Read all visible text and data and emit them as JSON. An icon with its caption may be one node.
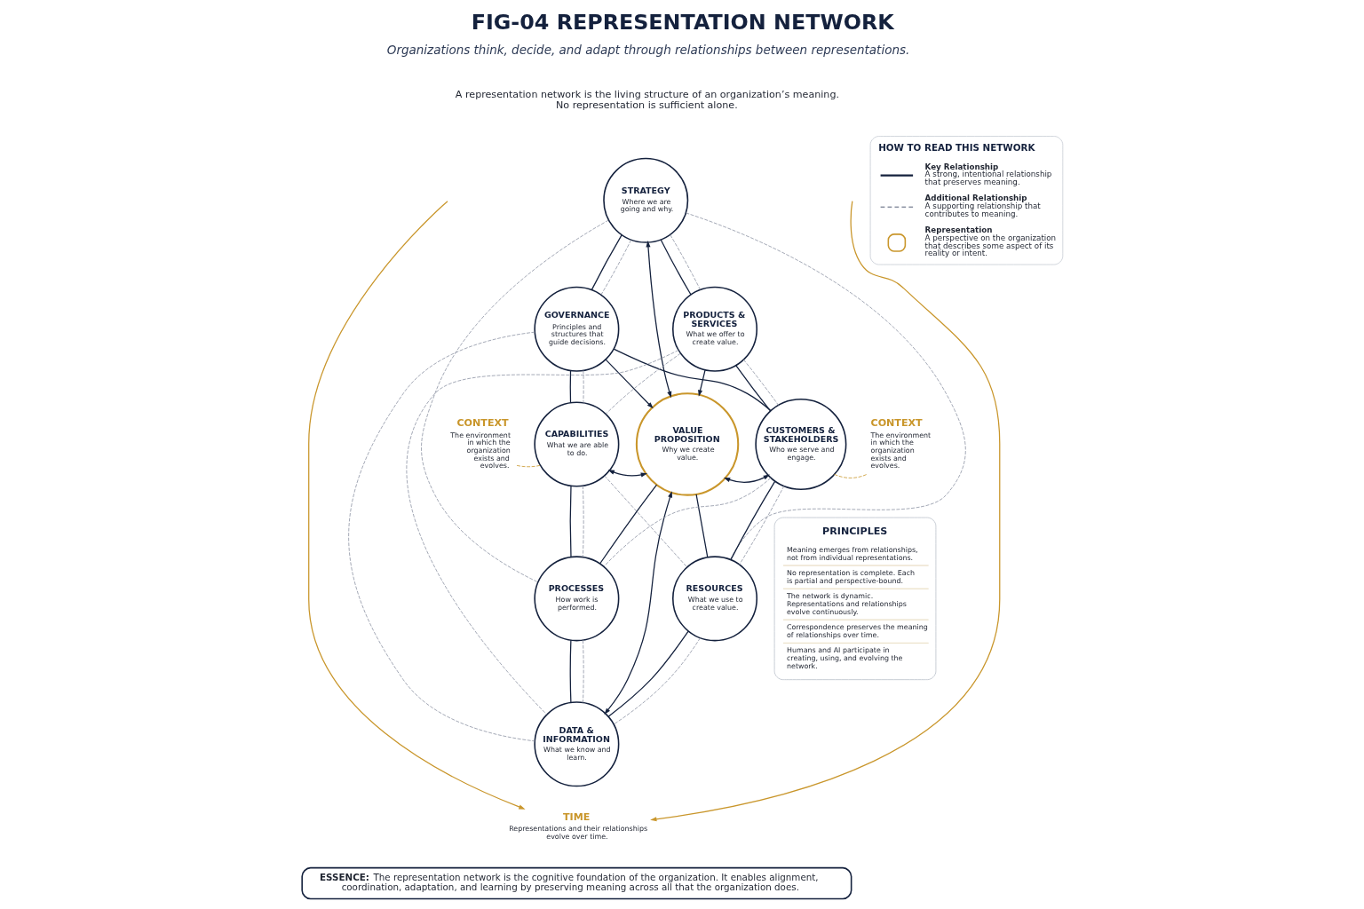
{
  "diagram": {
    "title": "FIG-04 REPRESENTATION NETWORK",
    "nodes": [
      {
        "text": [
          "STRATEGY",
          "Where we are going and why."
        ]
      },
      {
        "text": [
          "GOVERNANCE",
          "Principles and structures that guide decisions."
        ]
      },
      {
        "text": [
          "PRODUCTS & SERVICES",
          "What we offer to create value."
        ]
      },
      {
        "text": [
          "CONTEXT",
          "The environment in which the organization exists and evolves."
        ]
      },
      {
        "text": [
          "CAPABILITIES",
          "What we are able to do."
        ]
      },
      {
        "text": [
          "VALUE PROPOSITION",
          "Why we create value."
        ]
      },
      {
        "text": [
          "CUSTOMERS & STAKEHOLDERS",
          "Who we serve and engage."
        ]
      },
      {
        "text": [
          "CONTEXT",
          "The environment in which the organization exists and evolves."
        ]
      },
      {
        "text": [
          "PROCESSES",
          "How work is performed."
        ]
      },
      {
        "text": [
          "RESOURCES",
          "What we use to create value."
        ]
      },
      {
        "text": [
          "DATA & INFORMATION",
          "What we know and learn."
        ]
      },
      {
        "text": [
          "TIME",
          "Representations and their relationships evolve over time."
        ]
      },
      {
        "text": [
          "PRINCIPLES",
          "Meaning emerges from relationships, not from individual representations.",
          "No representation is complete. Each is partial and perspective-bound.",
          "The network is dynamic. Representations and relationships evolve continuously.",
          "Correspondence preserves the meaning of relationships over time.",
          "Humans and AI participate in creating, using, and evolving the network."
        ]
      },
      {
        "text": [
          "ESSENCE:",
          "The representation network is the cognitive foundation of the organization. It enables alignment, coordination, adaptation, and learning by preserving meaning across all that the organization does."
        ]
      }
    ],
    "edges": [
      {
        "from": 0,
        "to": 1,
        "arrow": "none"
      },
      {
        "from": 0,
        "to": 2,
        "arrow": "none"
      },
      {
        "from": 1,
        "to": 4,
        "arrow": "none"
      },
      {
        "from": 2,
        "to": 6,
        "arrow": "none"
      },
      {
        "from": 4,
        "to": 8,
        "arrow": "none"
      },
      {
        "from": 6,
        "to": 9,
        "arrow": "none"
      },
      {
        "from": 8,
        "to": 10,
        "arrow": "none"
      },
      {
        "from": 9,
        "to": 10,
        "arrow": "none"
      },
      {
        "from": 0,
        "to": 1,
        "arrow": "none",
        "style": "dashed",
        "color": "#8c93a3"
      },
      {
        "from": 0,
        "to": 2,
        "arrow": "none",
        "style": "dashed",
        "color": "#8c93a3"
      },
      {
        "from": 1,
        "to": 4,
        "arrow": "none",
        "style": "dashed",
        "color": "#8c93a3"
      },
      {
        "from": 2,
        "to": 6,
        "arrow": "none",
        "style": "dashed",
        "color": "#8c93a3"
      },
      {
        "from": 4,
        "to": 8,
        "arrow": "none",
        "style": "dashed",
        "color": "#8c93a3"
      },
      {
        "from": 6,
        "to": 9,
        "arrow": "none",
        "style": "dashed",
        "color": "#8c93a3"
      },
      {
        "from": 8,
        "to": 10,
        "arrow": "none",
        "style": "dashed",
        "color": "#8c93a3"
      },
      {
        "from": 9,
        "to": 10,
        "arrow": "none",
        "style": "dashed",
        "color": "#8c93a3"
      },
      {
        "from": 1,
        "to": 5,
        "arrow": "to"
      },
      {
        "from": 2,
        "to": 5,
        "arrow": "to"
      },
      {
        "from": 0,
        "to": 5,
        "arrow": "both"
      },
      {
        "from": 4,
        "to": 5,
        "arrow": "both"
      },
      {
        "from": 5,
        "to": 6,
        "arrow": "both"
      },
      {
        "from": 5,
        "to": 10,
        "arrow": "both"
      },
      {
        "from": 5,
        "to": 8,
        "arrow": "none"
      },
      {
        "from": 5,
        "to": 9,
        "arrow": "none"
      },
      {
        "from": 1,
        "to": 6,
        "arrow": "none"
      },
      {
        "from": 2,
        "to": 4,
        "arrow": "none",
        "style": "dashed",
        "color": "#8c93a3"
      },
      {
        "from": 4,
        "to": 9,
        "arrow": "none",
        "style": "dashed",
        "color": "#8c93a3"
      },
      {
        "from": 6,
        "to": 8,
        "arrow": "none",
        "style": "dashed",
        "color": "#8c93a3"
      },
      {
        "from": 1,
        "to": 10,
        "arrow": "none",
        "style": "dashed",
        "color": "#8c93a3"
      },
      {
        "from": 0,
        "to": 8,
        "arrow": "none",
        "style": "dashed",
        "color": "#8c93a3"
      },
      {
        "from": 0,
        "to": 9,
        "arrow": "none",
        "style": "dashed",
        "color": "#8c93a3"
      },
      {
        "from": 2,
        "to": 10,
        "arrow": "none",
        "style": "dashed",
        "color": "#8c93a3"
      },
      {
        "from": 3,
        "to": 4,
        "arrow": "none",
        "style": "dashed",
        "color": "#c9962b"
      },
      {
        "from": 6,
        "to": 7,
        "arrow": "none",
        "style": "dashed",
        "color": "#c9962b"
      },
      {
        "from": null,
        "to": 11,
        "arrow": "to",
        "color": "#c9962b"
      },
      {
        "from": null,
        "to": 11,
        "arrow": "to",
        "color": "#c9962b"
      }
    ],
    "labels": [
      "Organizations think, decide, and adapt through relationships between representations.",
      "A representation network is the living structure of an organization’s meaning. No representation is sufficient alone.",
      "HOW TO READ THIS NETWORK",
      "A strong, intentional relationship that preserves meaning.",
      "A supporting relationship that contributes to meaning.",
      "A perspective on the organization that describes some aspect of its reality or intent."
    ],
    "legend": [
      {
        "text": "Key Relationship"
      },
      {
        "text": "Additional Relationship"
      },
      {
        "text": "Representation"
      }
    ]
  }
}
